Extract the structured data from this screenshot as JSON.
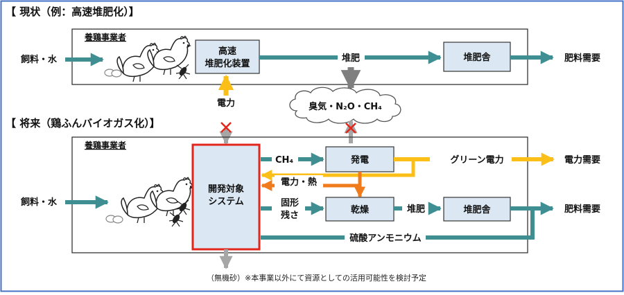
{
  "current": {
    "title": "【 現状（例：高速堆肥化）】",
    "farmer_label": "養鶏事業者",
    "input": "飼料・水",
    "device": [
      "高速",
      "堆肥化装置"
    ],
    "compost": "堆肥",
    "compost_house": "堆肥舎",
    "demand": "肥料需要",
    "power": "電力",
    "gas": "臭気・N₂O・CH₄"
  },
  "future": {
    "title": "【 将来（鶏ふんバイオガス化）】",
    "farmer_label": "養鶏事業者",
    "input": "飼料・水",
    "system": [
      "開発対象",
      "システム"
    ],
    "ch4": "CH₄",
    "power_heat": "電力・熱",
    "solid": [
      "固形",
      "残さ"
    ],
    "generation": "発電",
    "drying": "乾燥",
    "compost": "堆肥",
    "compost_house": "堆肥舎",
    "green_power": "グリーン電力",
    "power_demand": "電力需要",
    "fertilizer_demand": "肥料需要",
    "ammonium_sulfate": "硫酸アンモニウム",
    "footnote": "（無機砂）※本事業以外にて資源としての活用可能性を検討予定"
  },
  "colors": {
    "teal": "#3f8f92",
    "yellow": "#fbbf17",
    "orange": "#f07b1d",
    "gray": "#8c8c8c",
    "red": "#e3261b",
    "box_fill": "#dbe8f3",
    "border": "#4472c4"
  }
}
